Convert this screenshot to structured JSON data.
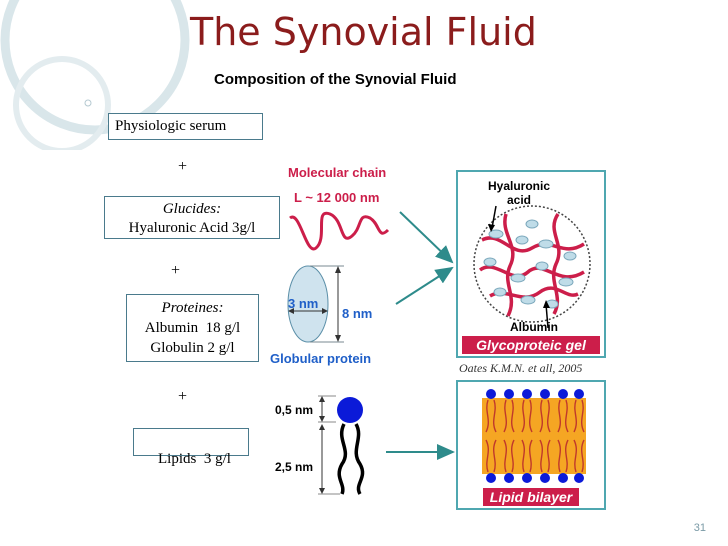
{
  "title": "The Synovial Fluid",
  "subtitle": "Composition of the Synovial Fluid",
  "components": {
    "serum": "Physiologic serum",
    "plus1": "+",
    "glucides_label": "Glucides:",
    "glucides_value": "Hyaluronic Acid 3g/l",
    "plus2": "+",
    "proteines_label": "Proteines:",
    "albumin": "Albumin  18 g/l",
    "globulin": "Globulin 2 g/l",
    "plus3": "+",
    "lipids": "Lipids  3 g/l"
  },
  "molecular_chain": {
    "title": "Molecular chain",
    "length": "L ~ 12 000 nm"
  },
  "globular_protein": {
    "width": "3 nm",
    "height": "8 nm",
    "label": "Globular protein"
  },
  "lipid": {
    "head": "0,5 nm",
    "tail": "2,5 nm"
  },
  "gel_panel": {
    "hyaluronic_label": "Hyaluronic acid",
    "albumin_label": "Albumin",
    "caption": "Glycoproteic gel",
    "reference": "Oates K.M.N. et all, 2005"
  },
  "bilayer_panel": {
    "caption": "Lipid bilayer"
  },
  "page_number": "31",
  "colors": {
    "title": "#8b1c1c",
    "accent": "#cc1e4a",
    "arrow": "#2e8b8b",
    "label_blue": "#1f5fc8",
    "panel_border": "#4fa7b0"
  }
}
